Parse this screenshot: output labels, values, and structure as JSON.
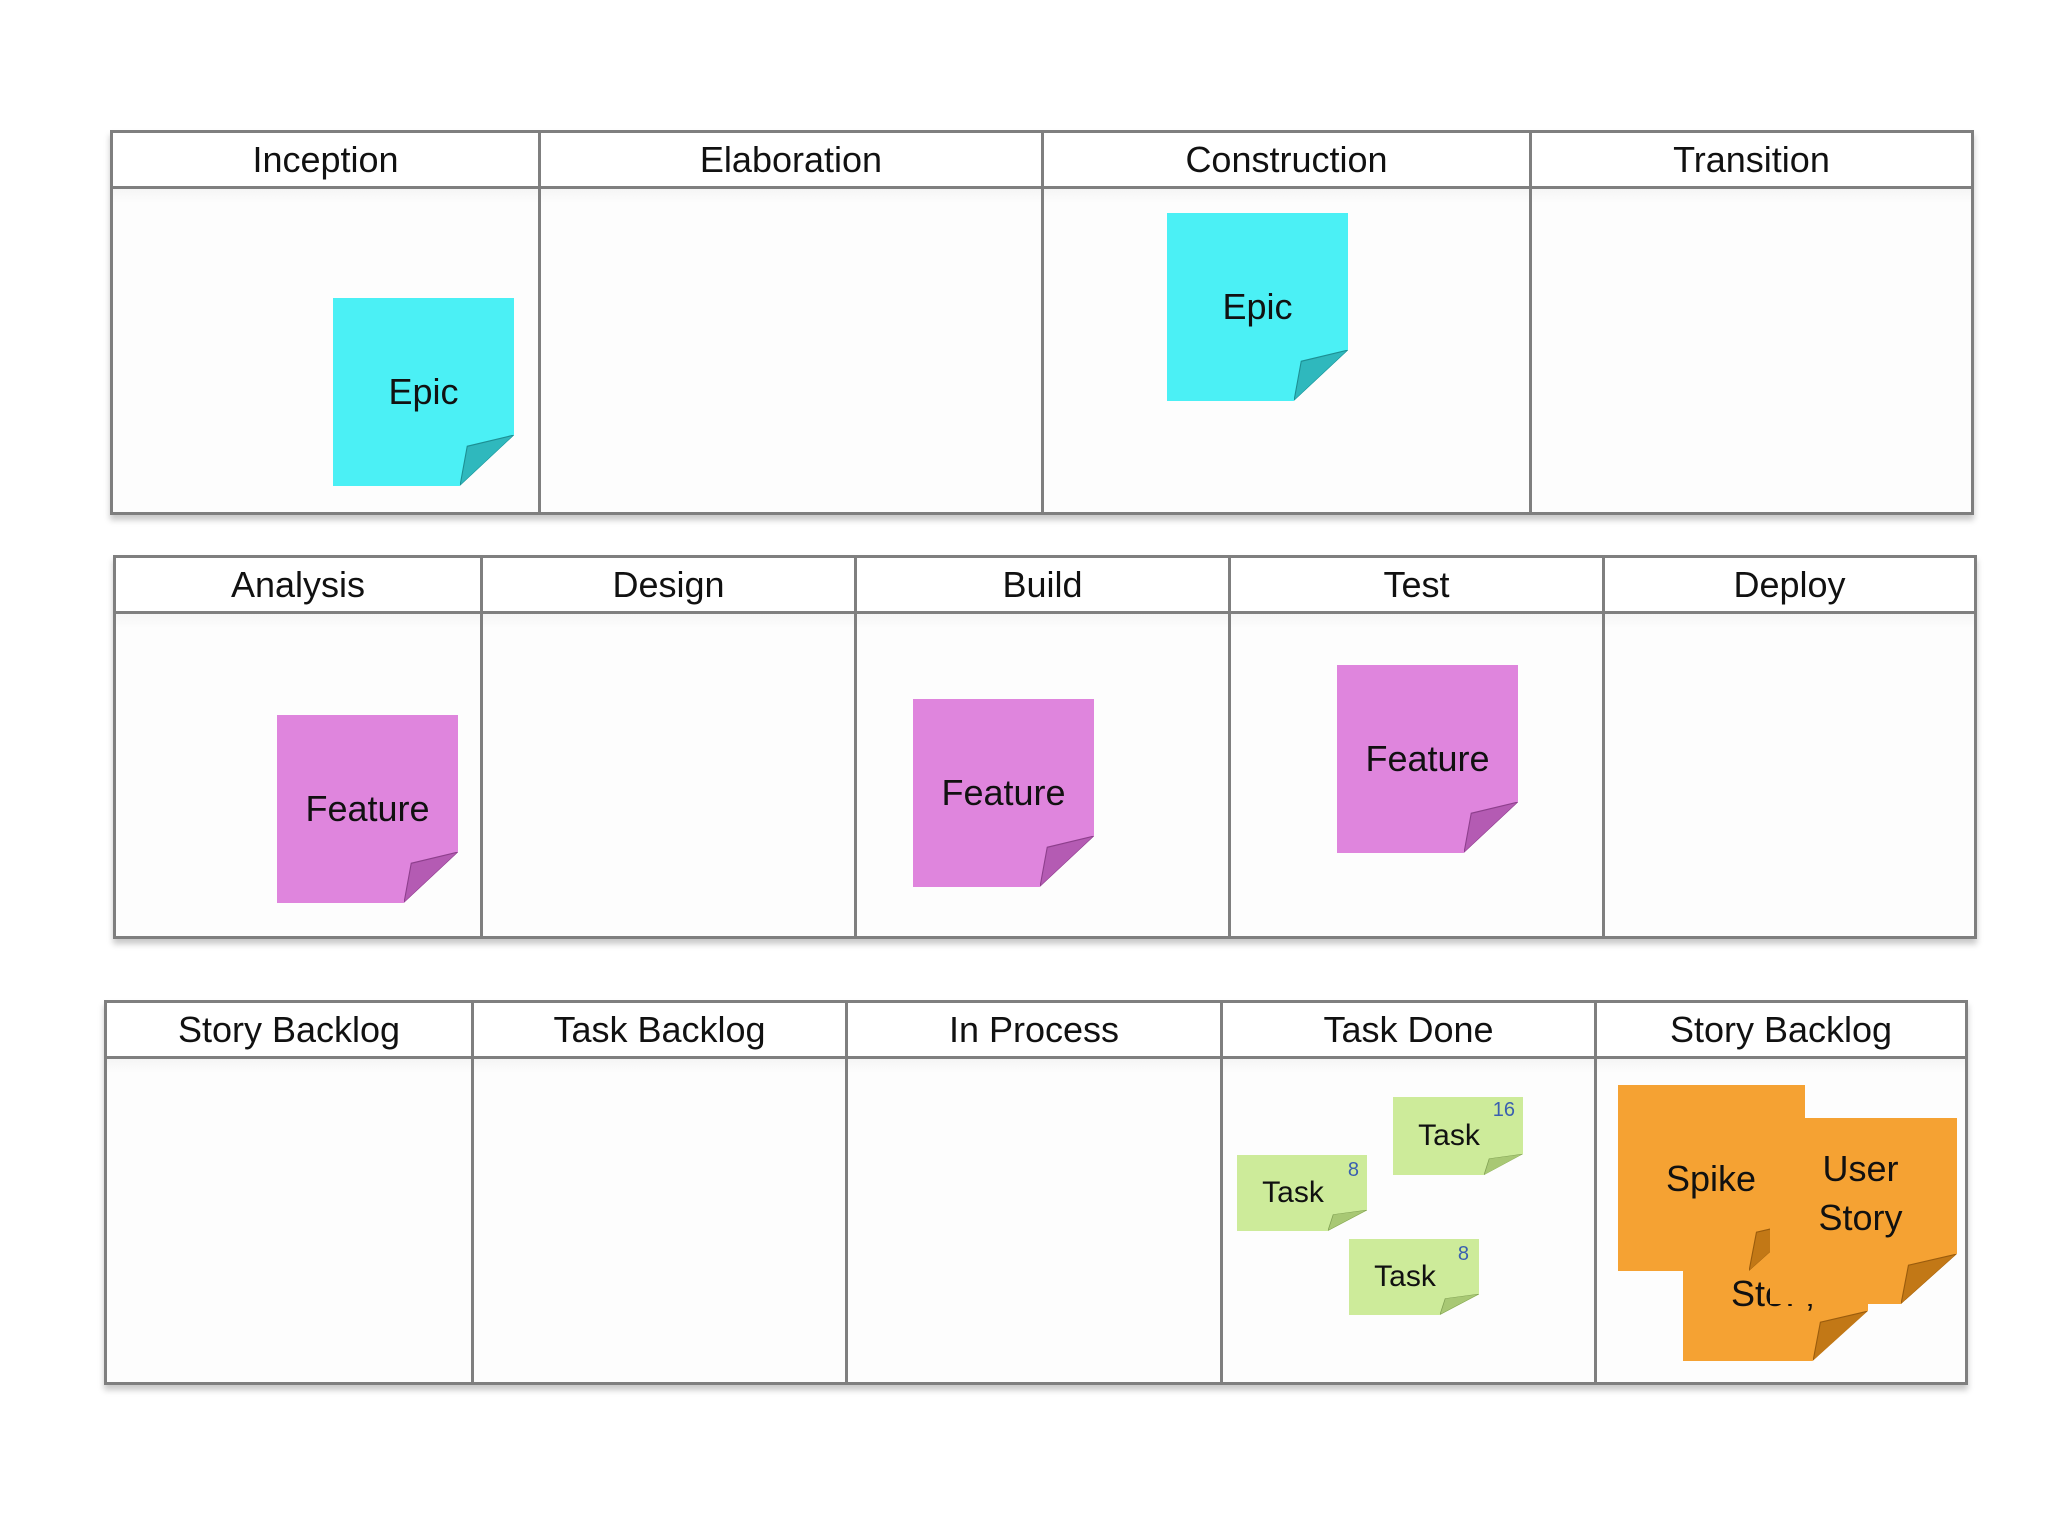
{
  "boards": [
    {
      "columns": [
        "Inception",
        "Elaboration",
        "Construction",
        "Transition"
      ]
    },
    {
      "columns": [
        "Analysis",
        "Design",
        "Build",
        "Test",
        "Deploy"
      ]
    },
    {
      "columns": [
        "Story Backlog",
        "Task Backlog",
        "In Process",
        "Task Done",
        "Story Backlog"
      ]
    }
  ],
  "notes": {
    "epic_label": "Epic",
    "feature_label": "Feature",
    "task_label": "Task",
    "task_estimates": [
      "16",
      "8",
      "8"
    ],
    "spike_label": "Spike",
    "user_story_label": "User Story",
    "story_partial_label": "Sto. ,"
  },
  "colors": {
    "epic": "#4bf0f5",
    "feature": "#df85dd",
    "task": "#cdeb9a",
    "story": "#f5a233",
    "grid_line": "#7f7f7f"
  }
}
